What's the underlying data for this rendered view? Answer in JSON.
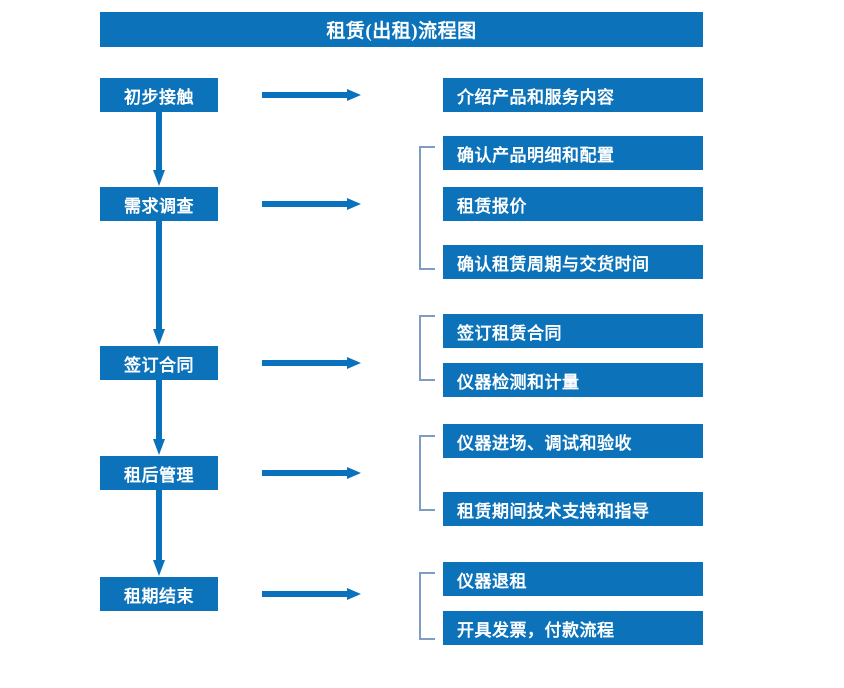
{
  "title": "租赁(出租)流程图",
  "colors": {
    "box_blue": "#0c72ba",
    "arrow_blue": "#0a72bd",
    "bracket_line": "#7f9dc2",
    "text_white": "#ffffff",
    "background": "#ffffff"
  },
  "flow": {
    "stages": [
      {
        "label": "初步接触"
      },
      {
        "label": "需求调查"
      },
      {
        "label": "签订合同"
      },
      {
        "label": "租后管理"
      },
      {
        "label": "租期结束"
      }
    ],
    "details": [
      {
        "label": "介绍产品和服务内容"
      },
      {
        "label": "确认产品明细和配置"
      },
      {
        "label": "租赁报价"
      },
      {
        "label": "确认租赁周期与交货时间"
      },
      {
        "label": "签订租赁合同"
      },
      {
        "label": "仪器检测和计量"
      },
      {
        "label": "仪器进场、调试和验收"
      },
      {
        "label": "租赁期间技术支持和指导"
      },
      {
        "label": "仪器退租"
      },
      {
        "label": "开具发票，付款流程"
      }
    ],
    "groups": [
      {
        "name": "group-requirements",
        "members": [
          "确认产品明细和配置",
          "租赁报价",
          "确认租赁周期与交货时间"
        ]
      },
      {
        "name": "group-contract",
        "members": [
          "签订租赁合同",
          "仪器检测和计量"
        ]
      },
      {
        "name": "group-post-rental",
        "members": [
          "仪器进场、调试和验收",
          "租赁期间技术支持和指导"
        ]
      },
      {
        "name": "group-end-of-term",
        "members": [
          "仪器退租",
          "开具发票，付款流程"
        ]
      }
    ],
    "connections": [
      {
        "from": "初步接触",
        "to": "需求调查",
        "type": "vertical-arrow"
      },
      {
        "from": "需求调查",
        "to": "签订合同",
        "type": "vertical-arrow"
      },
      {
        "from": "签订合同",
        "to": "租后管理",
        "type": "vertical-arrow"
      },
      {
        "from": "租后管理",
        "to": "租期结束",
        "type": "vertical-arrow"
      },
      {
        "from": "初步接触",
        "to": "介绍产品和服务内容",
        "type": "horizontal-arrow"
      },
      {
        "from": "需求调查",
        "to": "group-requirements",
        "type": "horizontal-arrow"
      },
      {
        "from": "签订合同",
        "to": "group-contract",
        "type": "horizontal-arrow"
      },
      {
        "from": "租后管理",
        "to": "group-post-rental",
        "type": "horizontal-arrow"
      },
      {
        "from": "租期结束",
        "to": "group-end-of-term",
        "type": "horizontal-arrow"
      }
    ]
  }
}
